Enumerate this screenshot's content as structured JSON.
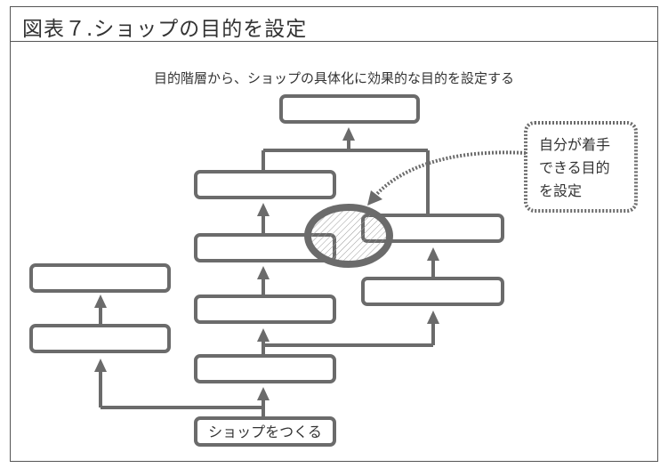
{
  "header": {
    "title": "図表７.ショップの目的を設定"
  },
  "diagram": {
    "subtitle": "目的階層から、ショップの具体化に効果的な目的を設定する",
    "start_label": "ショップをつくる",
    "callout_lines": [
      "自分が着手",
      "できる目的",
      "を設定"
    ]
  },
  "colors": {
    "box_stroke": "#6b6b6b",
    "text": "#333333"
  }
}
